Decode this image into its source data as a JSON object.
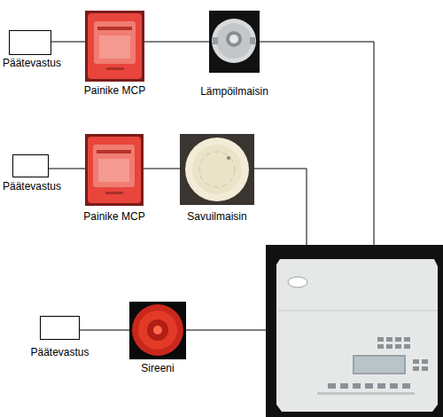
{
  "diagram": {
    "nodes": [
      {
        "text": [
          "Päätevastus"
        ]
      },
      {
        "text": [
          "Painike MCP"
        ]
      },
      {
        "text": [
          "Lämpöilmaisin"
        ]
      },
      {
        "text": [
          "Päätevastus"
        ]
      },
      {
        "text": [
          "Painike MCP"
        ]
      },
      {
        "text": [
          "Savuilmaisin"
        ]
      },
      {
        "text": [
          "Päätevastus"
        ]
      },
      {
        "text": [
          "Sireeni"
        ]
      }
    ],
    "edges": [
      {
        "from": 0,
        "to": 1,
        "arrow": "none"
      },
      {
        "from": 1,
        "to": 2,
        "arrow": "none"
      },
      {
        "from": 3,
        "to": 4,
        "arrow": "none"
      },
      {
        "from": 4,
        "to": 5,
        "arrow": "none"
      },
      {
        "from": 6,
        "to": 7,
        "arrow": "none"
      }
    ]
  }
}
